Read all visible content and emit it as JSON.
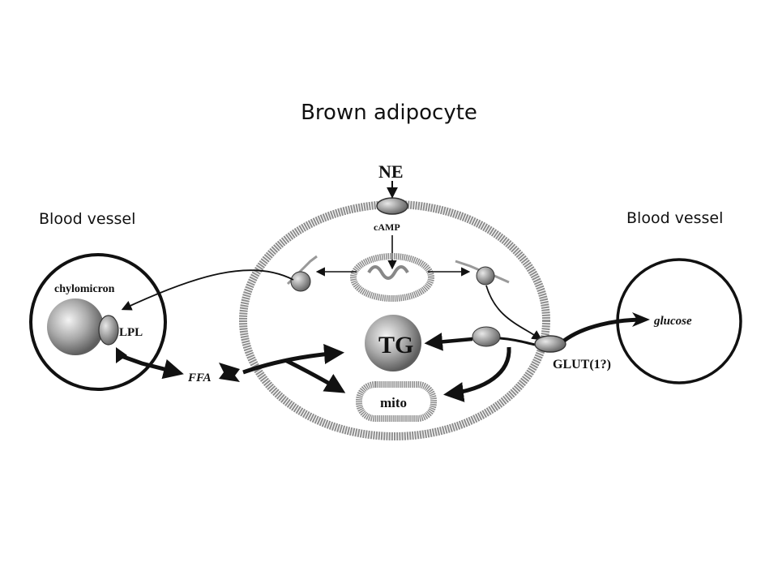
{
  "title": "Brown adipocyte",
  "blood_vessel_left": "Blood vessel",
  "blood_vessel_right": "Blood vessel",
  "labels": {
    "ne": "NE",
    "camp": "cAMP",
    "chylomicron": "chylomicron",
    "lpl": "LPL",
    "ffa": "FFA",
    "tg": "TG",
    "mito": "mito",
    "glut": "GLUT(1?)",
    "glucose": "glucose"
  },
  "colors": {
    "membrane": "#8a8a8a",
    "dark_line": "#111111",
    "sphere_light": "#f2f2f2",
    "sphere_dark": "#6f6f6f"
  }
}
